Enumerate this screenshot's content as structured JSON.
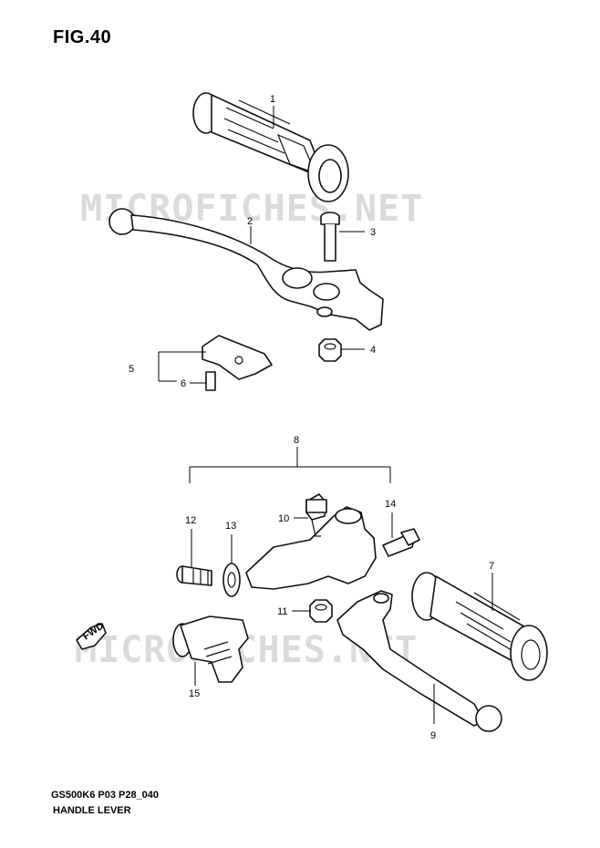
{
  "figure": {
    "title": "FIG.40"
  },
  "footer": {
    "model_code": "GS500K6 P03 P28_040",
    "caption": "HANDLE LEVER"
  },
  "watermark": {
    "text": "MICROFICHES.NET"
  },
  "direction_label": "FWD",
  "callouts": [
    "1",
    "2",
    "3",
    "4",
    "5",
    "6",
    "7",
    "8",
    "9",
    "10",
    "11",
    "12",
    "13",
    "14",
    "15"
  ]
}
